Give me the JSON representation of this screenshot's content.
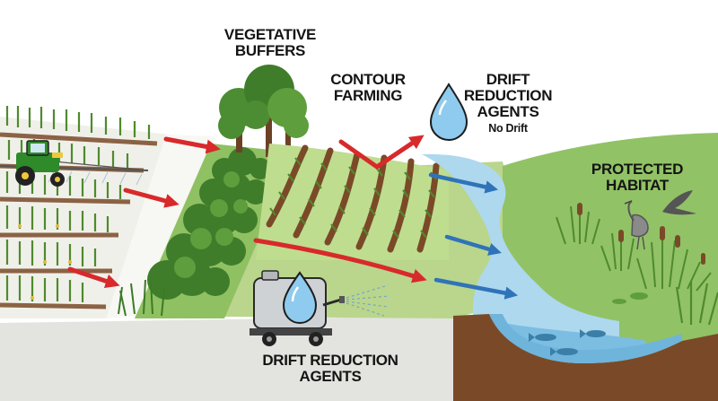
{
  "labels": {
    "vegetative_buffers": {
      "line1": "VEGETATIVE",
      "line2": "BUFFERS"
    },
    "contour_farming": {
      "line1": "CONTOUR",
      "line2": "FARMING"
    },
    "drift_reduction_top": {
      "line1": "DRIFT",
      "line2": "REDUCTION",
      "line3": "AGENTS",
      "note": "No Drift"
    },
    "protected_habitat": {
      "line1": "PROTECTED",
      "line2": "HABITAT"
    },
    "drift_reduction_bottom": {
      "line1": "DRIFT REDUCTION",
      "line2": "AGENTS"
    }
  },
  "colors": {
    "sky": "#ffffff",
    "grass": "#9cc46a",
    "habitat_hill": "#8fbf62",
    "soil": "#7a4a28",
    "river": "#aed8ee",
    "river_deep": "#6fb4db",
    "runoff_arrow": "#d8292b",
    "flow_arrow": "#2f73b8",
    "crop": "#4f8a2e",
    "tractor": "#2f8a2a",
    "pavement": "#e0e0dc"
  },
  "icons": [
    "tractor-icon",
    "sprayer-tank-icon",
    "water-drop-icon",
    "bird-icon",
    "heron-icon",
    "fish-icon",
    "tree-icon",
    "cattail-icon"
  ]
}
